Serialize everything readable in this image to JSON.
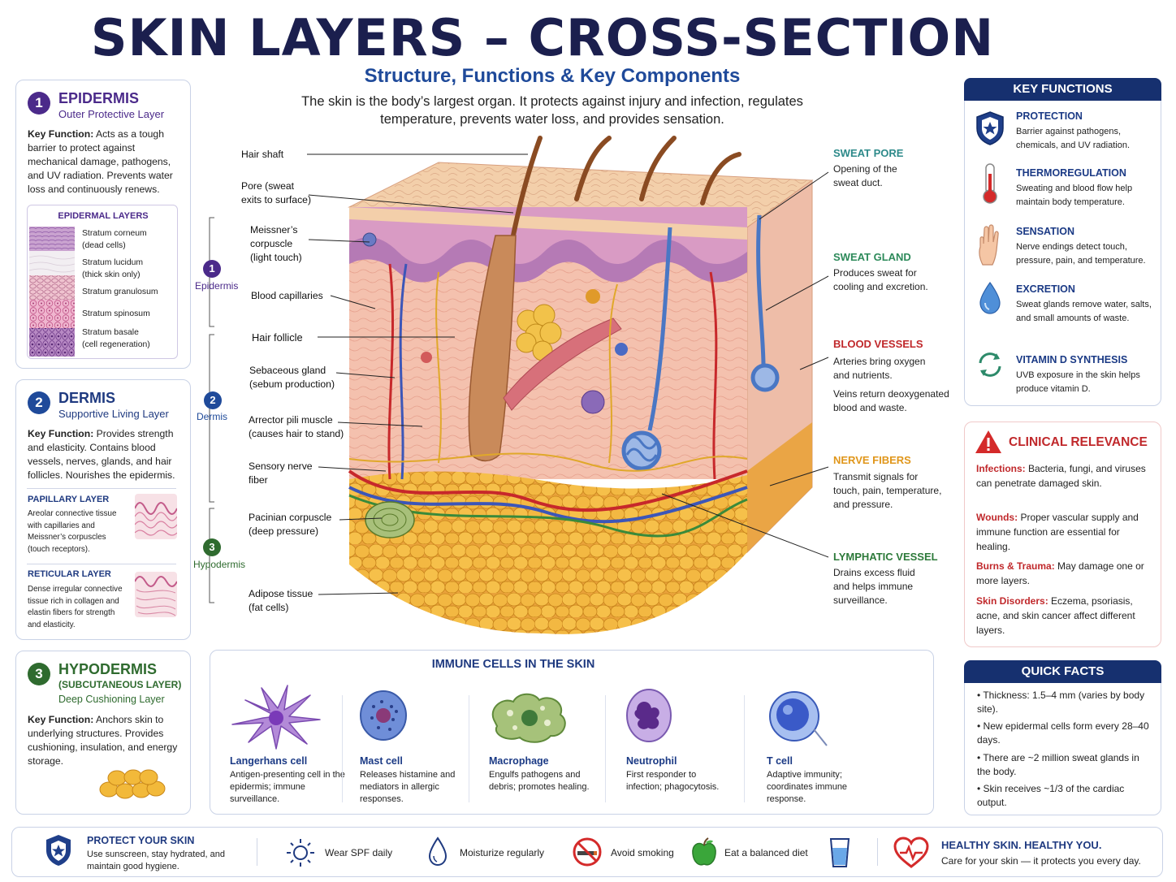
{
  "header": {
    "title": "SKIN LAYERS – CROSS-SECTION",
    "subtitle": "Structure, Functions & Key Components",
    "intro": "The skin is the body’s largest organ. It protects against injury and infection, regulates temperature, prevents water loss, and provides sensation."
  },
  "left": {
    "epidermis": {
      "number": "1",
      "title": "EPIDERMIS",
      "subtitle": "Outer Protective Layer",
      "key_label": "Key Function:",
      "key_text": " Acts as a tough barrier to protect against mechanical damage, pathogens, and UV radiation. Prevents water loss and continuously renews.",
      "layers_heading": "EPIDERMAL LAYERS",
      "layers": [
        {
          "name": "Stratum corneum",
          "note": "(dead cells)"
        },
        {
          "name": "Stratum lucidum",
          "note": "(thick skin only)"
        },
        {
          "name": "Stratum granulosum",
          "note": ""
        },
        {
          "name": "Stratum spinosum",
          "note": ""
        },
        {
          "name": "Stratum basale",
          "note": "(cell regeneration)"
        }
      ]
    },
    "dermis": {
      "number": "2",
      "title": "DERMIS",
      "subtitle": "Supportive Living Layer",
      "key_label": "Key Function:",
      "key_text": " Provides strength and elasticity. Contains blood vessels, nerves, glands, and hair follicles. Nourishes the epidermis.",
      "papillary_title": "PAPILLARY LAYER",
      "papillary_text": "Areolar connective tissue with capillaries and Meissner’s corpuscles (touch receptors).",
      "reticular_title": "RETICULAR LAYER",
      "reticular_text": "Dense irregular connective tissue rich in collagen and elastin fibers for strength and elasticity."
    },
    "hypodermis": {
      "number": "3",
      "title": "HYPODERMIS",
      "title2": "(SUBCUTANEOUS LAYER)",
      "subtitle": "Deep Cushioning Layer",
      "key_label": "Key Function:",
      "key_text": " Anchors skin to underlying structures. Provides cushioning, insulation, and energy storage."
    }
  },
  "diagram": {
    "layer_markers": [
      {
        "number": "1",
        "label": "Epidermis"
      },
      {
        "number": "2",
        "label": "Dermis"
      },
      {
        "number": "3",
        "label": "Hypodermis"
      }
    ],
    "left_labels": [
      {
        "l1": "Hair shaft",
        "l2": ""
      },
      {
        "l1": "Pore",
        "l1b": " (sweat",
        "l2": "exits to surface)"
      },
      {
        "l1": "Meissner’s",
        "l2": "corpuscle",
        "l3": "(light touch)"
      },
      {
        "l1": "Blood capillaries",
        "l2": ""
      },
      {
        "l1": "Hair follicle",
        "l2": ""
      },
      {
        "l1": "Sebaceous gland",
        "l2": "(sebum production)"
      },
      {
        "l1": "Arrector pili muscle",
        "l2": "(causes hair to stand)"
      },
      {
        "l1": "Sensory nerve",
        "l2": "fiber"
      },
      {
        "l1": "Pacinian corpuscle",
        "l2": "(deep pressure)"
      },
      {
        "l1": "Adipose tissue",
        "l2": "(fat cells)"
      }
    ],
    "right_labels": [
      {
        "title": "SWEAT PORE",
        "color": "#2d8a8a",
        "text": "Opening of the sweat duct."
      },
      {
        "title": "SWEAT GLAND",
        "color": "#2d8a5a",
        "text": "Produces sweat for cooling and excretion."
      },
      {
        "title": "BLOOD VESSELS",
        "color": "#c0282b",
        "text": "Arteries bring oxygen and nutrients.",
        "text2": "Veins return deoxygenated blood and waste."
      },
      {
        "title": "NERVE FIBERS",
        "color": "#e0961a",
        "text": "Transmit signals for touch, pain, temperature, and pressure."
      },
      {
        "title": "LYMPHATIC VESSEL",
        "color": "#2d7a3a",
        "text": "Drains excess fluid and helps immune surveillance."
      }
    ]
  },
  "key_functions": {
    "heading": "KEY FUNCTIONS",
    "items": [
      {
        "icon": "shield-icon",
        "title": "PROTECTION",
        "text": "Barrier against pathogens, chemicals, and UV radiation."
      },
      {
        "icon": "thermometer-icon",
        "title": "THERMOREGULATION",
        "text": "Sweating and blood flow help maintain body temperature."
      },
      {
        "icon": "hand-icon",
        "title": "SENSATION",
        "text": "Nerve endings detect touch, pressure, pain, and temperature."
      },
      {
        "icon": "water-drop-icon",
        "title": "EXCRETION",
        "text": "Sweat glands remove water, salts, and small amounts of waste."
      },
      {
        "icon": "cycle-arrows-icon",
        "title": "VITAMIN D SYNTHESIS",
        "text": "UVB exposure in the skin helps produce vitamin D."
      }
    ]
  },
  "clinical": {
    "heading": "CLINICAL RELEVANCE",
    "items": [
      {
        "key": "Infections:",
        "text": " Bacteria, fungi, and viruses can penetrate damaged skin."
      },
      {
        "key": "Wounds:",
        "text": " Proper vascular supply and immune function are essential for healing."
      },
      {
        "key": "Burns & Trauma:",
        "text": " May damage one or more layers."
      },
      {
        "key": "Skin Disorders:",
        "text": " Eczema, psoriasis, acne, and skin cancer affect different layers."
      }
    ]
  },
  "quick_facts": {
    "heading": "QUICK FACTS",
    "items": [
      "Thickness: 1.5–4 mm (varies by body site).",
      "New epidermal cells form every 28–40 days.",
      "There are ~2 million sweat glands in the body.",
      "Skin receives ~1/3 of the cardiac output."
    ]
  },
  "immune": {
    "heading": "IMMUNE CELLS IN THE SKIN",
    "cells": [
      {
        "name": "Langerhans cell",
        "text": "Antigen-presenting cell in the epidermis; immune surveillance."
      },
      {
        "name": "Mast cell",
        "text": "Releases histamine and mediators in allergic responses."
      },
      {
        "name": "Macrophage",
        "text": "Engulfs pathogens and debris; promotes healing."
      },
      {
        "name": "Neutrophil",
        "text": "First responder to infection; phagocytosis."
      },
      {
        "name": "T cell",
        "text": "Adaptive immunity; coordinates immune response."
      }
    ]
  },
  "footer": {
    "protect_title": "PROTECT YOUR SKIN",
    "protect_text": "Use sunscreen, stay hydrated, and maintain good hygiene.",
    "tips": [
      {
        "icon": "sun-icon",
        "label": "Wear SPF daily"
      },
      {
        "icon": "droplet-icon",
        "label": "Moisturize regularly"
      },
      {
        "icon": "no-smoking-icon",
        "label": "Avoid smoking"
      },
      {
        "icon": "apple-icon",
        "label": "Eat a balanced diet"
      },
      {
        "icon": "water-glass-icon",
        "label": ""
      }
    ],
    "healthy_title": "HEALTHY SKIN. HEALTHY YOU.",
    "healthy_text": "Care for your skin — it protects you every day."
  }
}
